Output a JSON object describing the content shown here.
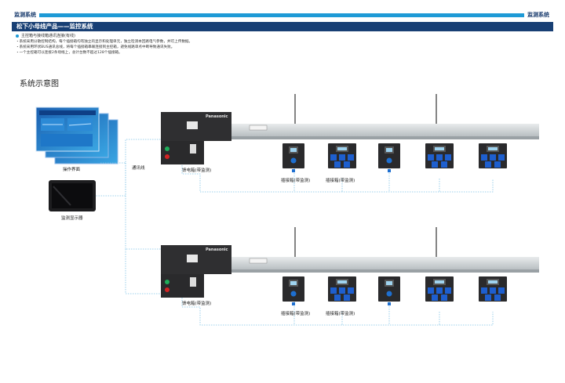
{
  "header": {
    "left_title": "监测系统",
    "right_title": "监测系统"
  },
  "subheader": {
    "title": "松下小母线产品——监控系统"
  },
  "intro": {
    "heading": "主控箱与接线箱通讯连接(有线)",
    "lines": [
      "・系统采用分散控制结构，每个插接箱均有独立的显示和处理单元，独立检测本回路电气参数，并可上传数据。",
      "・系统采用环状BUS通讯总线，将每个插接箱串联连接到主控箱，避免线路单点中断导致通讯失败。",
      "・一个主控箱可以连接2条母线上，总计台数不超过128个插接箱。"
    ]
  },
  "diagram": {
    "title": "系统示意图",
    "labels": {
      "operation_screen": "操作界面",
      "monitor_display": "监测显示器",
      "comm_line": "通讯线",
      "power_box_1": "馈电箱(带监测)",
      "power_box_2": "馈电箱(带监测)",
      "brand": "Panasonic",
      "plug_box_a1": "插接箱(带监测)",
      "plug_box_b1": "插接箱(带监测)",
      "plug_box_a2": "插接箱(带监测)",
      "plug_box_b2": "插接箱(带监测)"
    },
    "colors": {
      "accent_blue": "#1e9ad6",
      "navy": "#183f74",
      "dotted_line": "#7fc3e6",
      "busbar": "#d2d6d8",
      "cabinet": "#2a2a2c"
    }
  }
}
